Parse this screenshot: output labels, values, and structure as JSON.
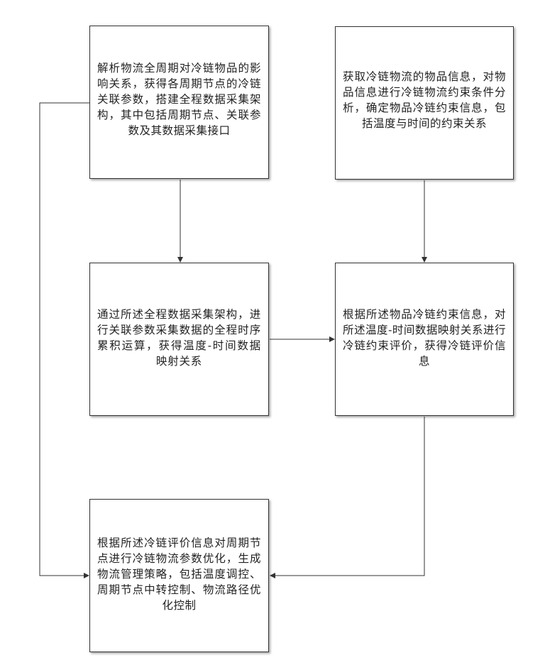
{
  "diagram": {
    "boxes": {
      "b1": "解析物流全周期对冷链物品的影响关系，获得各周期节点的冷链关联参数，搭建全程数据采集架构，其中包括周期节点、关联参数及其数据采集接口",
      "b2": "获取冷链物流的物品信息，对物品信息进行冷链物流约束条件分析，确定物品冷链约束信息，包括温度与时间的约束关系",
      "b3": "通过所述全程数据采集架构，进行关联参数采集数据的全程时序累积运算，获得温度-时间数据映射关系",
      "b4": "根据所述物品冷链约束信息，对所述温度-时间数据映射关系进行冷链约束评价，获得冷链评价信息",
      "b5": "根据所述冷链评价信息对周期节点进行冷链物流参数优化，生成物流管理策略，包括温度调控、周期节点中转控制、物流路径优化控制"
    },
    "colors": {
      "line": "#333333",
      "border": "#333333",
      "background": "#ffffff"
    }
  }
}
